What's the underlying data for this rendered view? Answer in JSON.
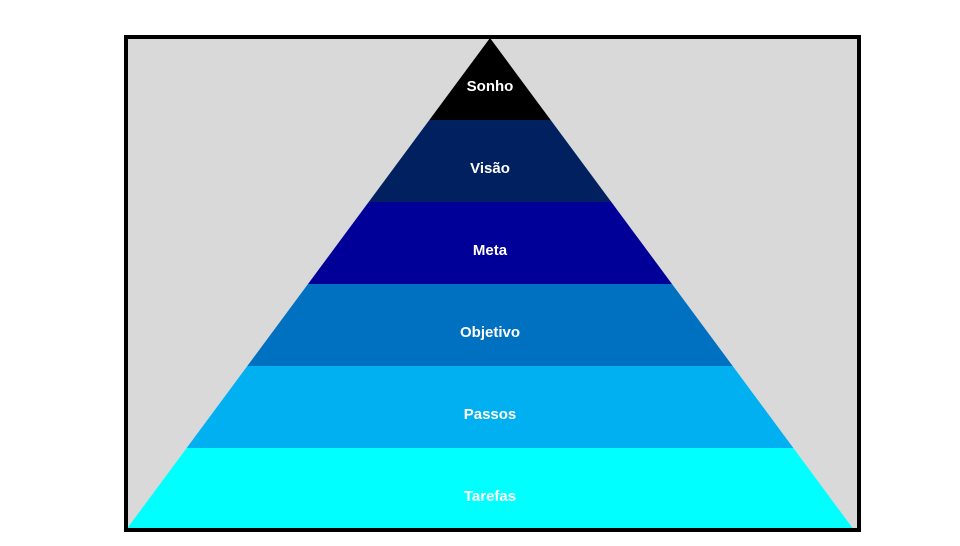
{
  "diagram": {
    "frame_color": "#d9d9d9",
    "border_color": "#000000",
    "label_color": "#ffffff",
    "levels": [
      {
        "label": "Sonho",
        "color": "#000000"
      },
      {
        "label": "Visão",
        "color": "#002060"
      },
      {
        "label": "Meta",
        "color": "#000099"
      },
      {
        "label": "Objetivo",
        "color": "#0070c0"
      },
      {
        "label": "Passos",
        "color": "#00b0f0"
      },
      {
        "label": "Tarefas",
        "color": "#00ffff"
      }
    ]
  }
}
